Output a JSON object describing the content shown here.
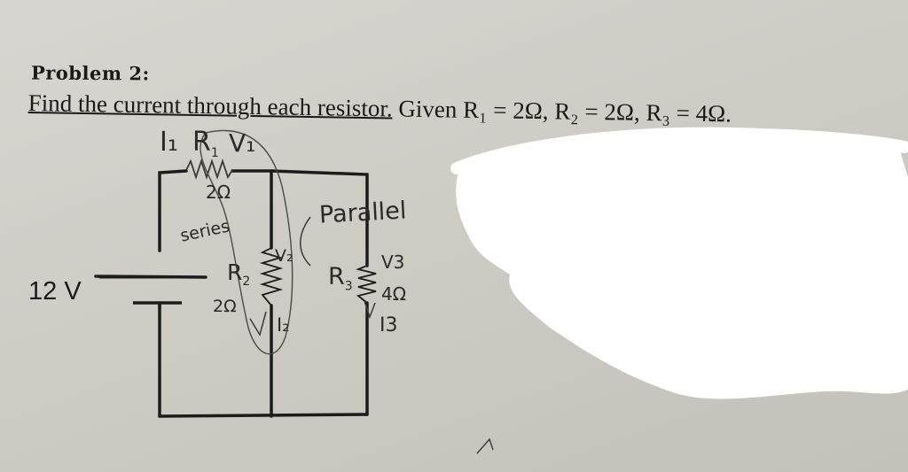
{
  "problem": {
    "heading": "Problem 2:",
    "instruction_underlined": "Find the current through each resistor.",
    "given": " Given R₁ = 2Ω, R₂ = 2Ω, R₃ = 4Ω."
  },
  "circuit": {
    "source_label": "12 V",
    "r1_name": "R",
    "r1_sub": "1",
    "r1_value": "2Ω",
    "r2_name": "R",
    "r2_sub": "2",
    "r3_name": "R",
    "r3_sub": "3",
    "r3_value": "4Ω"
  },
  "handwriting": {
    "i1_label": "I₁",
    "v1_label": "V₁",
    "series_note": "series",
    "parallel_note": "Parallel",
    "v2_label": "V₂",
    "r2_value": "2Ω",
    "i2_label": "I₂",
    "v3_label": "V3",
    "i3_label": "I3"
  }
}
